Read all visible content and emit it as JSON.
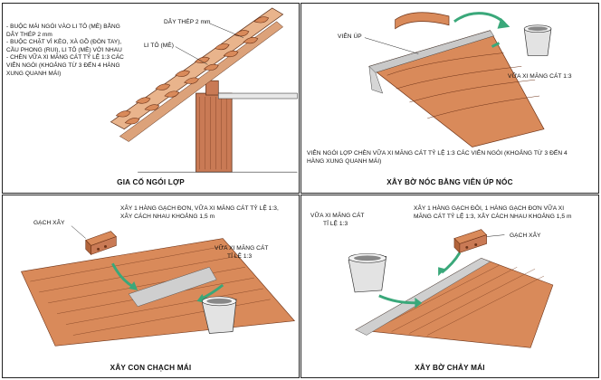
{
  "panels": {
    "tl": {
      "caption": "GIA CỐ NGÓI LỢP",
      "notes": [
        "- BUỘC MÁI NGÓI VÀO LI TÔ (MÈ) BẰNG",
        "  DÂY THÉP 2 mm",
        "- BUỘC CHẶT VÌ KÈO, XÀ GỒ (ĐÒN TAY),",
        "  CẦU PHONG (RUI), LI TÔ (MÈ) VỚI NHAU",
        "- CHÈN VỮA XI MĂNG CÁT TỶ LỆ 1:3 CÁC",
        "  VIÊN NGÓI (KHOẢNG TỪ 3 ĐẾN 4 HÀNG",
        "  XUNG QUANH MÁI)"
      ],
      "label_wire": "DÂY THÉP 2 mm",
      "label_batten": "LI TÔ (MÈ)"
    },
    "tr": {
      "caption": "XÂY BỜ NÓC  BẰNG VIÊN ÚP NÓC",
      "label_ridge_tile": "VIÊN ÚP",
      "label_mortar": "VỮA XI MĂNG CÁT 1:3",
      "note_lines": [
        "VIÊN NGÓI LỢP CHÈN VỮA XI MĂNG CÁT TỶ LỆ 1:3 CÁC VIÊN NGÓI (KHOẢNG TỪ 3 ĐẾN 4",
        "HÀNG XUNG QUANH MÁI)"
      ]
    },
    "bl": {
      "caption": "XÂY CON CHẠCH MÁI",
      "label_brick": "GẠCH XÂY",
      "note_lines": [
        "XÂY 1 HÀNG GẠCH ĐƠN, VỮA XI MĂNG CÁT TỶ LỆ 1:3,",
        "XÂY CÁCH NHAU KHOẢNG 1,5 m"
      ],
      "label_mortar": [
        "VỮA XI MĂNG CÁT",
        "TỈ LỆ 1:3"
      ]
    },
    "br": {
      "caption": "XÂY BỜ CHẢY MÁI",
      "label_mortar": [
        "VỮA XI MĂNG CÁT",
        "TỈ LỆ 1:3"
      ],
      "note_lines": [
        "XÂY 1 HÀNG GẠCH ĐÔI, 1 HÀNG GẠCH ĐƠN VỮA XI",
        "MĂNG CÁT TỶ LỆ 1:3, XÂY CÁCH NHAU KHOẢNG 1,5 m"
      ],
      "label_brick": "GẠCH XÂY"
    }
  },
  "colors": {
    "tile": "#d98a5a",
    "tile_dark": "#b1633a",
    "wall": "#c97a55",
    "mortar": "#c9c9c9",
    "arrow": "#3aa87a",
    "wood": "#b07a4a"
  }
}
